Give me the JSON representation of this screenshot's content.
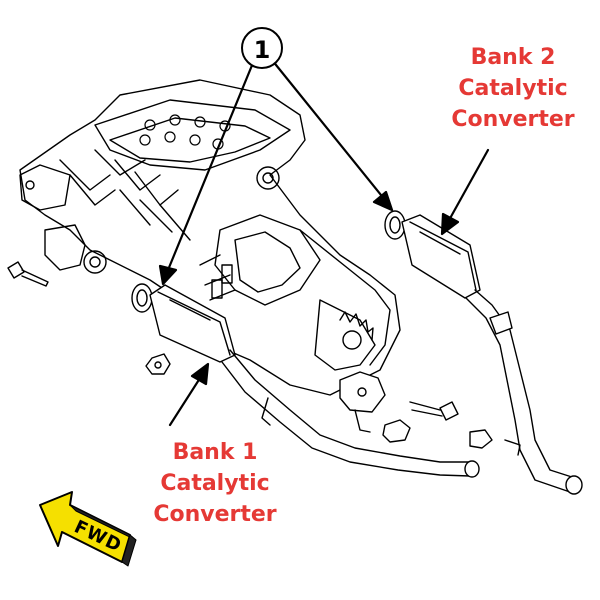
{
  "callout": {
    "number": "1"
  },
  "labels": {
    "bank2": [
      "Bank 2",
      "Catalytic",
      "Converter"
    ],
    "bank1": [
      "Bank 1",
      "Catalytic",
      "Converter"
    ],
    "color": "#e53935"
  },
  "fwd_arrow": {
    "text": "FWD",
    "fill": "#f5e000"
  },
  "icons": {
    "engine": "engine-drawing",
    "exhaust_bank1": "exhaust-pipe-bank1",
    "exhaust_bank2": "exhaust-pipe-bank2"
  }
}
